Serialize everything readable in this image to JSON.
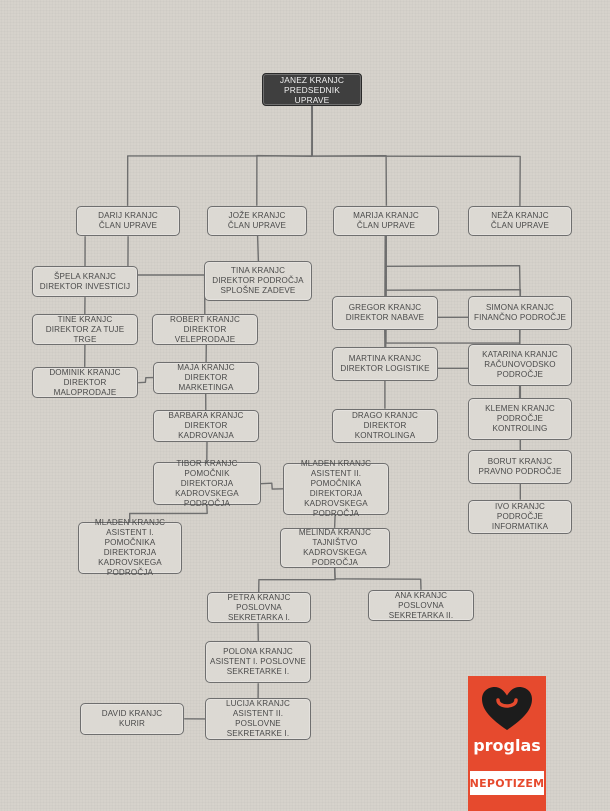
{
  "nodes": {
    "janez": "JANEZ KRANJC\nPREDSEDNIK UPRAVE",
    "darij": "DARIJ KRANJC\nČLAN UPRAVE",
    "joze": "JOŽE KRANJC\nČLAN UPRAVE",
    "marija": "MARIJA KRANJC\nČLAN UPRAVE",
    "neza": "NEŽA KRANJC\nČLAN UPRAVE",
    "spela": "ŠPELA KRANJC\nDIREKTOR INVESTICIJ",
    "tine": "TINE KRANJC\nDIREKTOR ZA TUJE TRGE",
    "dominik": "DOMINIK KRANJC\nDIREKTOR MALOPRODAJE",
    "robert": "ROBERT KRANJC\nDIREKTOR VELEPRODAJE",
    "tina": "TINA KRANJC\nDIREKTOR PODROČJA\nSPLOŠNE ZADEVE",
    "maja": "MAJA KRANJC\nDIREKTOR MARKETINGA",
    "barbara": "BARBARA KRANJC\nDIREKTOR KADROVANJA",
    "tibor": "TIBOR KRANJC\nPOMOČNIK DIREKTORJA\nKADROVSKEGA PODROČJA",
    "mladen1": "MLADEN KRANJC\nASISTENT I. POMOČNIKA\nDIREKTORJA KADROVSKEGA\nPODROČJA",
    "mladen2": "MLADEN KRANJC\nASISTENT II. POMOČNIKA\nDIREKTORJA KADROVSKEGA\nPODROČJA",
    "melinda": "MELINDA KRANJC\nTAJNIŠTVO KADROVSKEGA\nPODROČJA",
    "petra": "PETRA KRANJC\nPOSLOVNA SEKRETARKA I.",
    "ana": "ANA KRANJC\nPOSLOVNA SEKRETARKA II.",
    "polona": "POLONA KRANJC\nASISTENT I. POSLOVNE\nSEKRETARKE I.",
    "lucija": "LUCIJA KRANJC\nASISTENT II. POSLOVNE\nSEKRETARKE I.",
    "david": "DAVID KRANJC\nKURIR",
    "gregor": "GREGOR KRANJC\nDIREKTOR NABAVE",
    "martina": "MARTINA KRANJC\nDIREKTOR LOGISTIKE",
    "drago": "DRAGO KRANJC\nDIREKTOR KONTROLINGA",
    "simona": "SIMONA KRANJC\nFINANČNO PODROČJE",
    "katarina": "KATARINA KRANJC\nRAČUNOVODSKO\nPODROČJE",
    "klemen": "KLEMEN KRANJC\nPODROČJE\nKONTROLING",
    "borut": "BORUT KRANJC\nPRAVNO PODROČJE",
    "ivo": "IVO KRANJC\nPODROČJE INFORMATIKA"
  },
  "edges": [
    [
      "janez",
      "darij"
    ],
    [
      "janez",
      "joze"
    ],
    [
      "janez",
      "marija"
    ],
    [
      "janez",
      "neza"
    ],
    [
      "darij",
      "spela"
    ],
    [
      "darij",
      "robert"
    ],
    [
      "spela",
      "tine"
    ],
    [
      "tine",
      "dominik"
    ],
    [
      "dominik",
      "maja"
    ],
    [
      "joze",
      "tina"
    ],
    [
      "robert",
      "maja"
    ],
    [
      "maja",
      "barbara"
    ],
    [
      "barbara",
      "tibor"
    ],
    [
      "tibor",
      "mladen1"
    ],
    [
      "tibor",
      "mladen2"
    ],
    [
      "mladen2",
      "melinda"
    ],
    [
      "melinda",
      "petra"
    ],
    [
      "melinda",
      "ana"
    ],
    [
      "petra",
      "polona"
    ],
    [
      "polona",
      "lucija"
    ],
    [
      "lucija",
      "david"
    ],
    [
      "marija",
      "gregor"
    ],
    [
      "gregor",
      "martina"
    ],
    [
      "gregor",
      "drago"
    ],
    [
      "marija",
      "simona"
    ],
    [
      "marija",
      "katarina"
    ],
    [
      "marija",
      "klemen"
    ],
    [
      "marija",
      "borut"
    ],
    [
      "marija",
      "ivo"
    ]
  ],
  "badge": {
    "brand": "proglas",
    "tagline": "NEPOTIZEM",
    "icon": "heart-icon",
    "color": "#e64a2e"
  },
  "colors": {
    "root_fill": "#3f3f3f",
    "node_fill": "#dcd9d3",
    "border": "#6f6f6f",
    "connector": "#6f6f6f"
  }
}
